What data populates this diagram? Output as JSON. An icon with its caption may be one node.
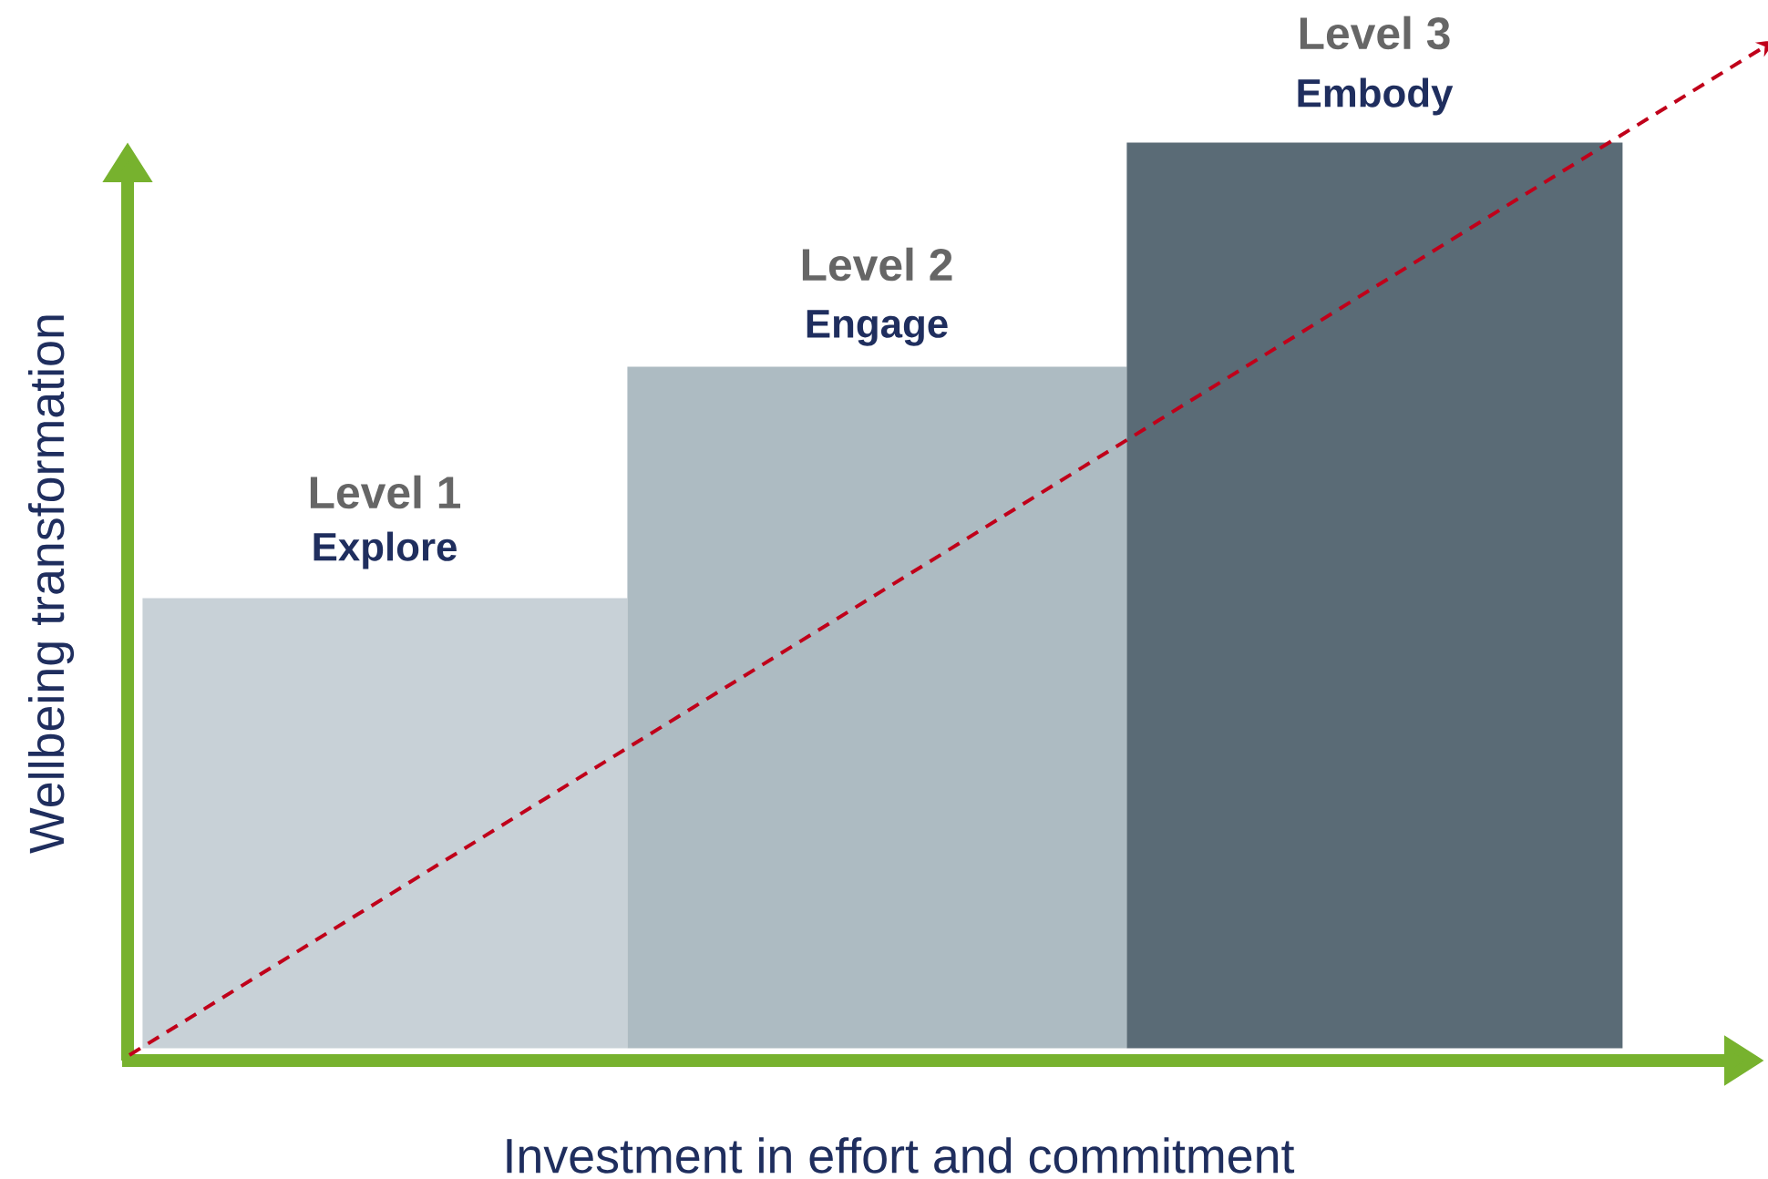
{
  "diagram": {
    "nodes": [
      {
        "text": [
          "Level 1",
          "Explore"
        ]
      },
      {
        "text": [
          "Level 2",
          "Engage"
        ]
      },
      {
        "text": [
          "Level 3",
          "Embody"
        ]
      }
    ],
    "labels": [
      "Wellbeing transformation",
      "Investment in effort and commitment"
    ]
  }
}
